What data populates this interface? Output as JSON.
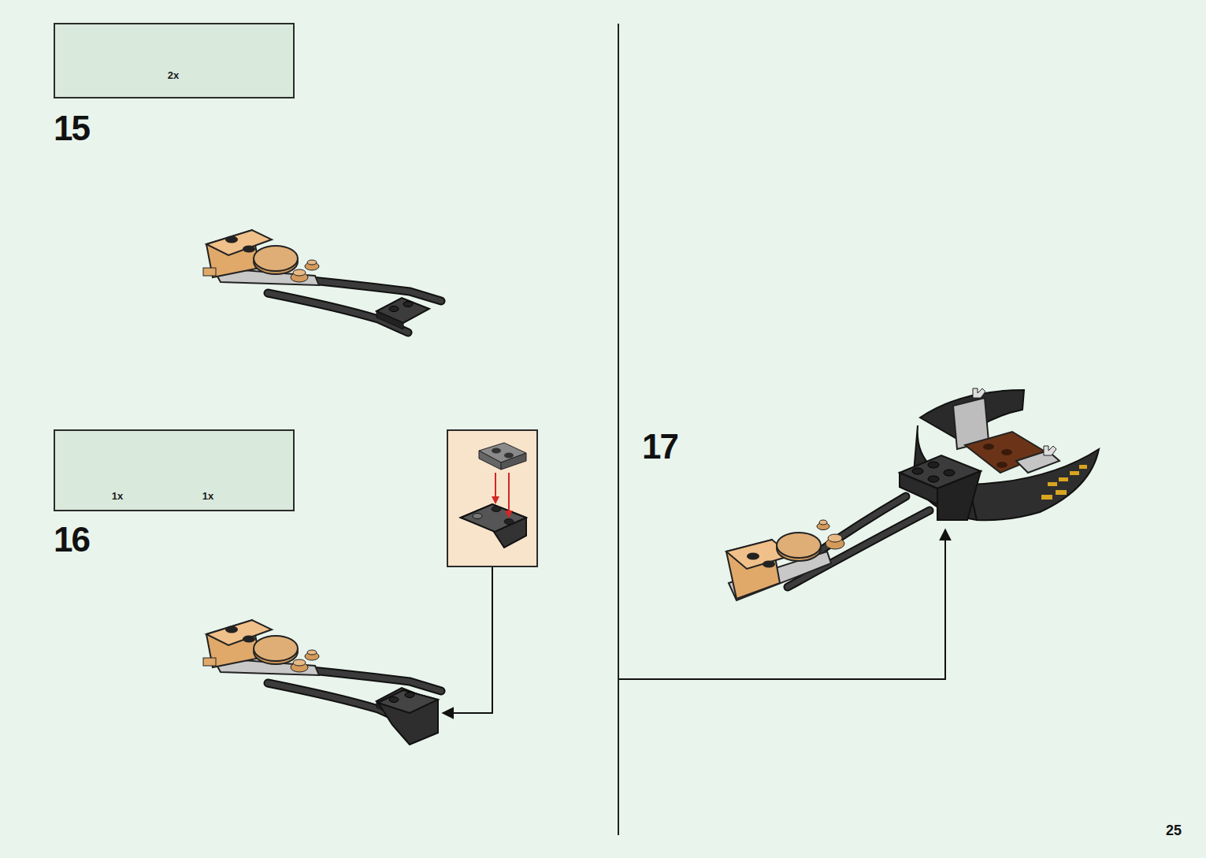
{
  "diagram": {
    "nodes": [
      {
        "text": [
          "2x"
        ]
      },
      {
        "text": [
          "1x",
          "1x"
        ]
      }
    ],
    "labels": [
      "15",
      "16",
      "17",
      "25"
    ]
  }
}
